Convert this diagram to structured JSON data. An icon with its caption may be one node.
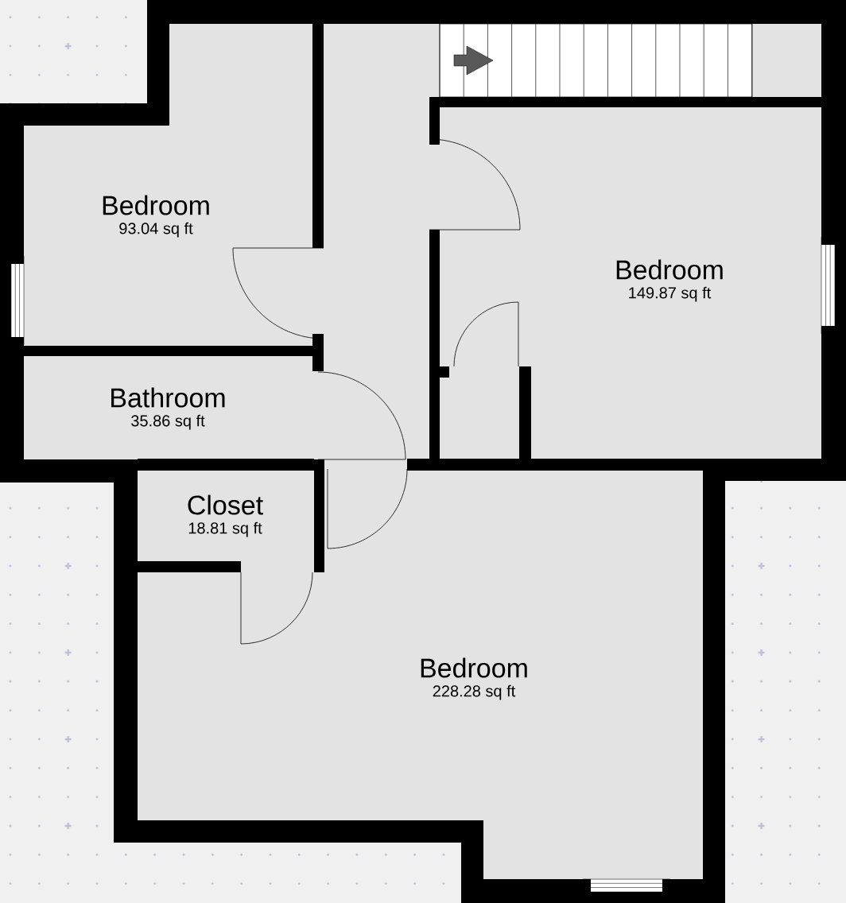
{
  "diagram": {
    "nodes": [
      {
        "text": [
          "Bedroom",
          "93.04 sq ft"
        ]
      },
      {
        "text": [
          "Bedroom",
          "149.87 sq ft"
        ]
      },
      {
        "text": [
          "Bathroom",
          "35.86 sq ft"
        ]
      },
      {
        "text": [
          "Closet",
          "18.81 sq ft"
        ]
      },
      {
        "text": [
          "Bedroom",
          "228.28 sq ft"
        ]
      }
    ]
  }
}
